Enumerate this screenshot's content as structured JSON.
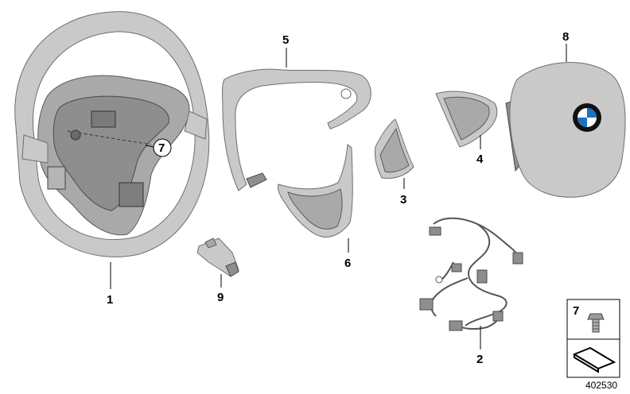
{
  "callouts": {
    "steering_wheel": "1",
    "wiring_harness": "2",
    "trim_cover_left": "3",
    "trim_cover_right": "4",
    "trim_cover_upper": "5",
    "trim_cover_lower": "6",
    "screw": "7",
    "airbag_module": "8",
    "connector": "9"
  },
  "legend": {
    "screw_number": "7"
  },
  "reference_number": "402530",
  "colors": {
    "part_gray": "#c9c9c9",
    "outline": "#6e6e6e",
    "bmw_blue": "#1a73c0"
  }
}
